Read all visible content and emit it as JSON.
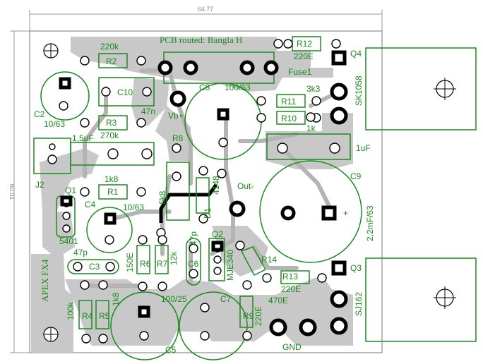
{
  "board": {
    "title": "PCB routed: Bangla H",
    "logo_text": "APEX FX4",
    "width_dim": "64.77",
    "height_dim": "60.01"
  },
  "labels": {
    "R2": "R2",
    "r2_val": "220k",
    "R3": "R3",
    "r3_val": "270k",
    "R1": "R1",
    "r1_val": "1k8",
    "R12": "R12",
    "r12_val": "220E",
    "R11": "R11",
    "R10": "R10",
    "r11_val": "3k3",
    "r10_val": "1k",
    "R8": "R8",
    "r8_val": "6k8",
    "R13": "R13",
    "r13_val": "220E",
    "R14": "R14",
    "R9": "R9",
    "r9_val": "470E",
    "R6": "R6",
    "R7": "R7",
    "r6_val": "150E",
    "r7_val": "12k",
    "R4": "R4",
    "R5": "R5",
    "r4_val": "100k",
    "r5_val": "1k8",
    "C10": "C10",
    "c10_val": "47n",
    "C2": "C2",
    "c2_val": "10/63",
    "C8": "C8",
    "c8_val": "100/63",
    "C9": "C9",
    "c9_val": "2,2mF/63",
    "C4": "C4",
    "c4_val": "10/63",
    "C3": "C3",
    "c3_val": "47p",
    "C6": "C6",
    "c6_val": "47p",
    "C5": "C5",
    "c5_val": "100/25",
    "C7": "C7",
    "c1_val": "1,5uF",
    "c_1uf": "1uF",
    "Q1": "Q1",
    "q1_part": "5401",
    "Q2": "Q2",
    "q2_part": "MJE340",
    "Q3": "Q3",
    "q3_part": "SJ162",
    "Q4": "Q4",
    "q4_part": "SK1058",
    "D1": "D1",
    "d1_part": "4148",
    "J2": "J2",
    "fuse": "Fuse1",
    "vb": "Vb+",
    "out": "Out-",
    "gnd": "GND",
    "plus": "+"
  },
  "colors": {
    "silk": "#1c8a1c",
    "copper": "#c8c8c8",
    "trace": "#b4b4b4",
    "pad": "#ffffff",
    "ink": "#000000"
  }
}
